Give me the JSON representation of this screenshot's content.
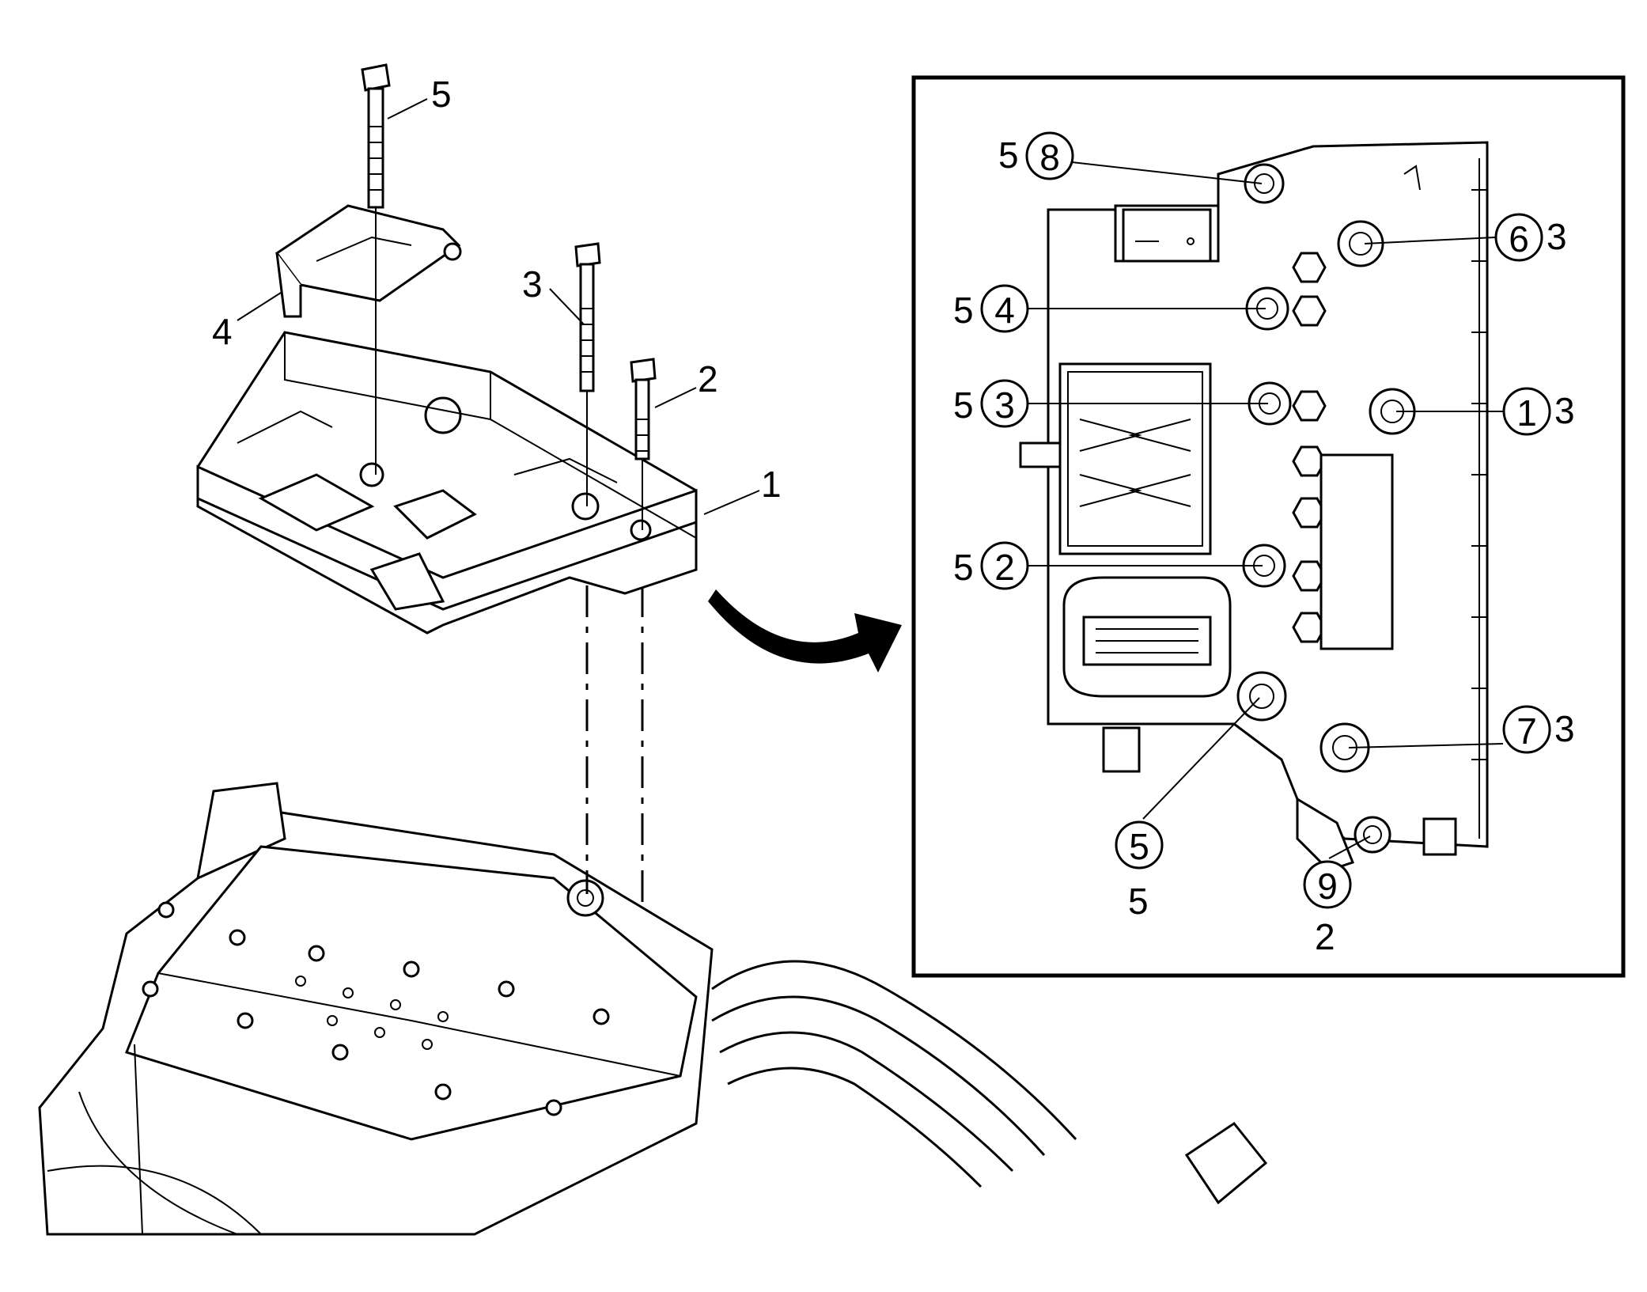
{
  "main_callouts": [
    {
      "id": "bolt-top",
      "label": "5"
    },
    {
      "id": "bracket",
      "label": "4"
    },
    {
      "id": "bolt-long",
      "label": "3"
    },
    {
      "id": "bolt-short",
      "label": "2"
    },
    {
      "id": "module",
      "label": "1"
    }
  ],
  "inset_callouts": [
    {
      "id": "seq-8",
      "seq": "8",
      "size": "5"
    },
    {
      "id": "seq-6",
      "seq": "6",
      "size": "3"
    },
    {
      "id": "seq-4",
      "seq": "4",
      "size": "5"
    },
    {
      "id": "seq-3",
      "seq": "3",
      "size": "5"
    },
    {
      "id": "seq-1",
      "seq": "1",
      "size": "3"
    },
    {
      "id": "seq-2",
      "seq": "2",
      "size": "5"
    },
    {
      "id": "seq-7",
      "seq": "7",
      "size": "3"
    },
    {
      "id": "seq-5",
      "seq": "5",
      "size": "5"
    },
    {
      "id": "seq-9",
      "seq": "9",
      "size": "2"
    }
  ],
  "colors": {
    "ink": "#000000",
    "paper": "#ffffff"
  }
}
